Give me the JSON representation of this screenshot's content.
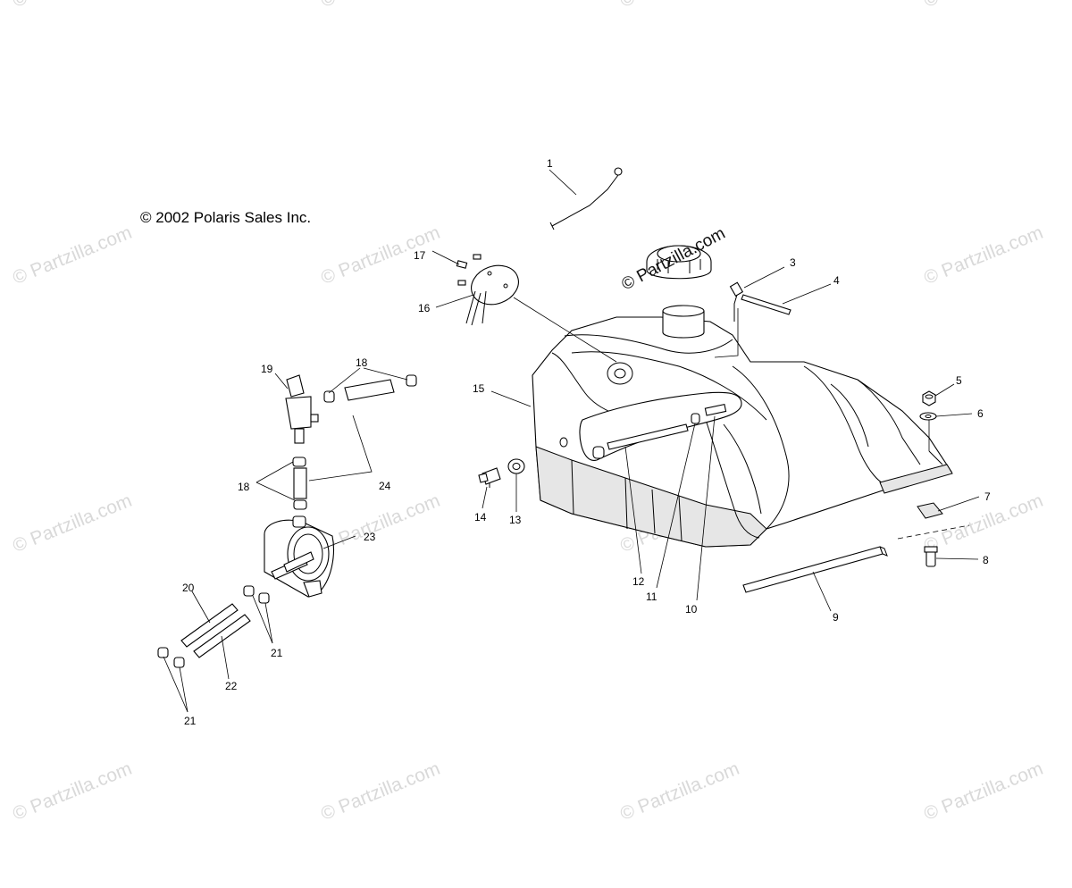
{
  "copyright": "© 2002 Polaris Sales Inc.",
  "watermark": "© Partzilla.com",
  "callouts": [
    "1",
    "3",
    "4",
    "5",
    "6",
    "7",
    "8",
    "9",
    "10",
    "11",
    "12",
    "13",
    "14",
    "15",
    "16",
    "17",
    "18",
    "18",
    "19",
    "20",
    "21",
    "21",
    "22",
    "23",
    "24"
  ]
}
